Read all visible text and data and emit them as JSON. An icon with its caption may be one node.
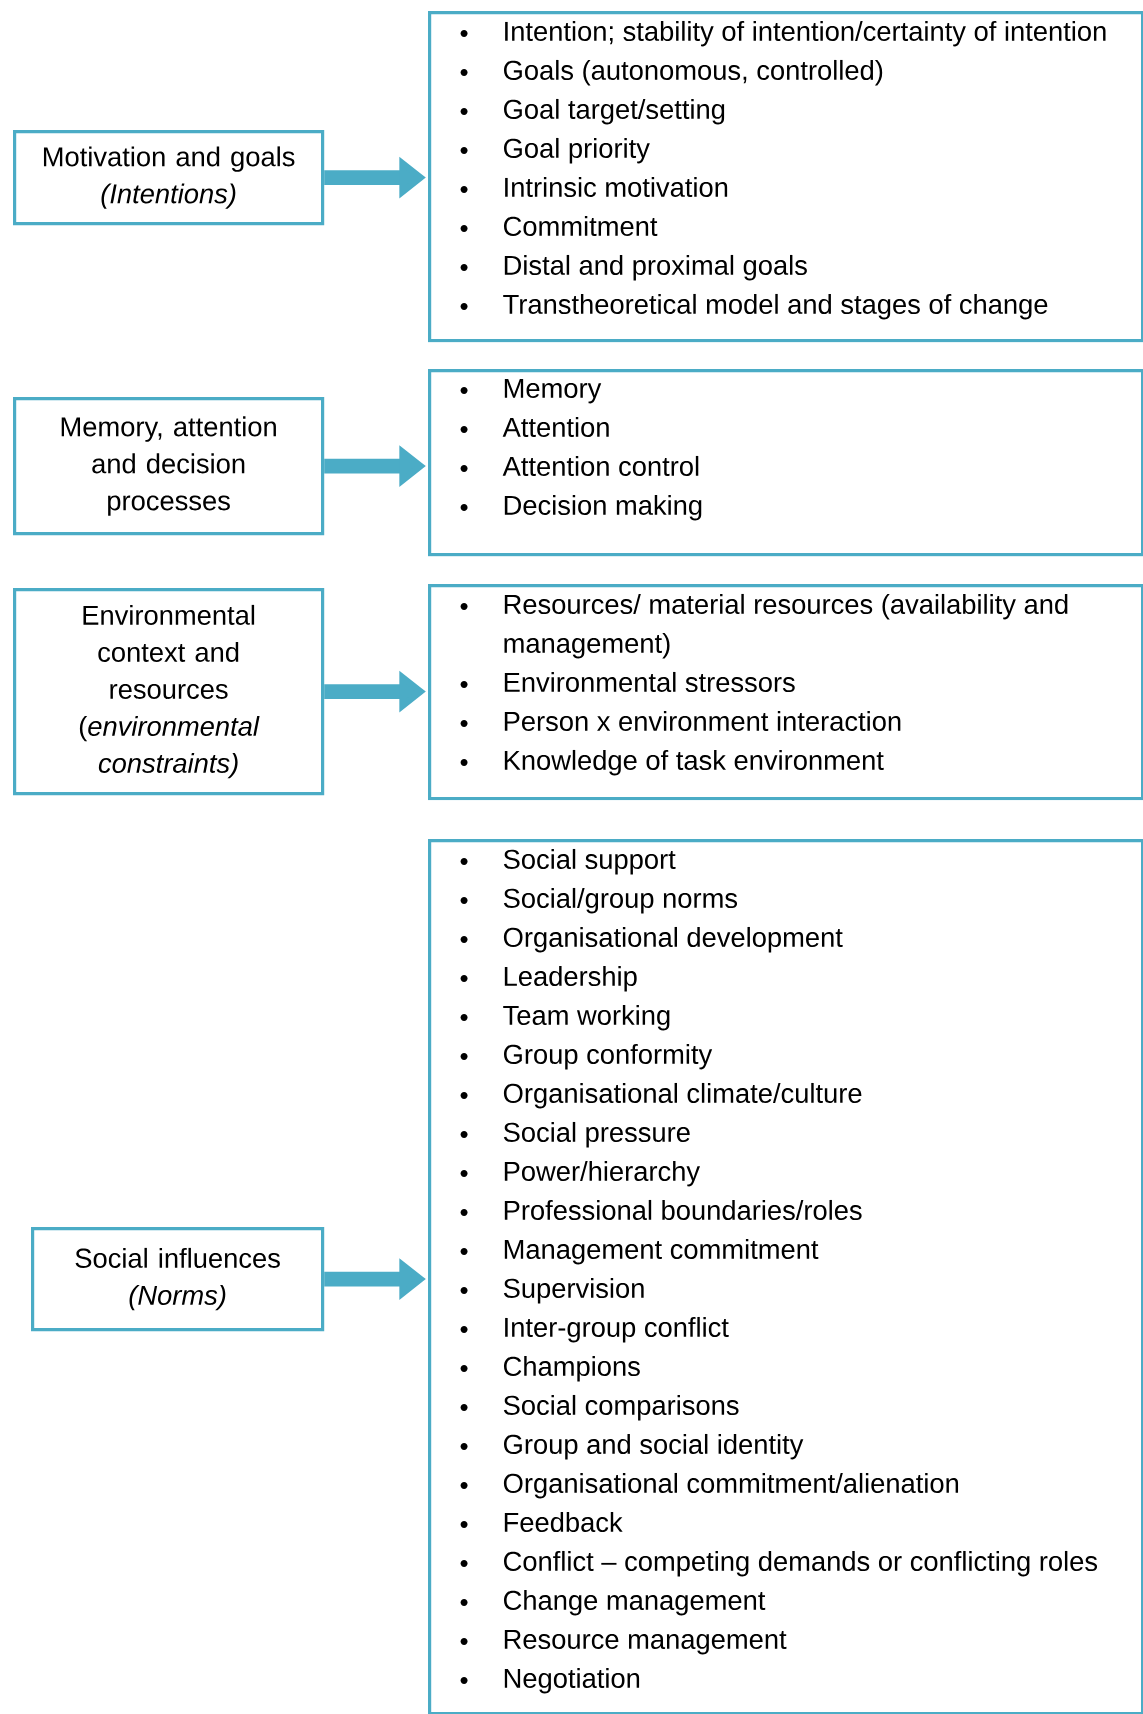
{
  "diagram": {
    "nodes": [
      {
        "text": [
          "Motivation and goals",
          "(Intentions)"
        ]
      },
      {
        "text": [
          "Intention; stability of intention/certainty of intention",
          "Goals (autonomous, controlled)",
          "Goal target/setting",
          "Goal priority",
          "Intrinsic motivation",
          "Commitment",
          "Distal and proximal goals",
          "Transtheoretical model and stages of change"
        ]
      },
      {
        "text": [
          "Memory, attention and decision processes"
        ]
      },
      {
        "text": [
          "Memory",
          "Attention",
          "Attention control",
          "Decision making"
        ]
      },
      {
        "text": [
          "Environmental context and resources (*environmental constraints)*"
        ]
      },
      {
        "text": [
          "Resources/ material resources (availability and management)",
          "Environmental stressors",
          "Person x environment interaction",
          "Knowledge of task environment"
        ]
      },
      {
        "text": [
          "Social influences",
          "(Norms)"
        ]
      },
      {
        "text": [
          "Social support",
          "Social/group norms",
          "Organisational development",
          "Leadership",
          "Team working",
          "Group conformity",
          "Organisational climate/culture",
          "Social pressure",
          "Power/hierarchy",
          "Professional boundaries/roles",
          "Management commitment",
          "Supervision",
          "Inter-group conflict",
          "Champions",
          "Social comparisons",
          "Group and social identity",
          "Organisational commitment/alienation",
          "Feedback",
          "Conflict – competing demands or conflicting roles",
          "Change management",
          "Resource management",
          "Negotiation"
        ]
      }
    ],
    "edges": [
      {
        "from": 0,
        "to": 1,
        "arrow": "to"
      },
      {
        "from": 2,
        "to": 3,
        "arrow": "to"
      },
      {
        "from": 4,
        "to": 5,
        "arrow": "to"
      },
      {
        "from": 6,
        "to": 7,
        "arrow": "to"
      }
    ]
  }
}
